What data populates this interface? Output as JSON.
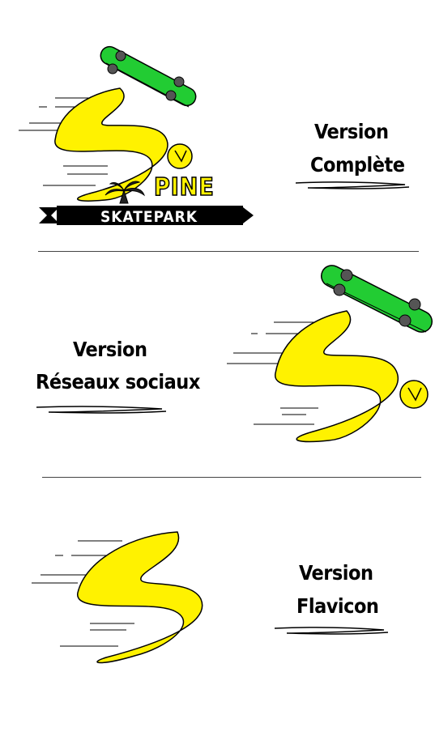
{
  "sections": [
    {
      "label_line1": "Version",
      "label_line2": "Complète",
      "logo_text_1": "PINE",
      "logo_text_2": "SKATEPARK"
    },
    {
      "label_line1": "Version",
      "label_line2": "Réseaux sociaux"
    },
    {
      "label_line1": "Version",
      "label_line2": "Flavicon"
    }
  ],
  "colors": {
    "letter_fill": "#fff200",
    "skateboard": "#22cc33",
    "ink": "#000000"
  }
}
